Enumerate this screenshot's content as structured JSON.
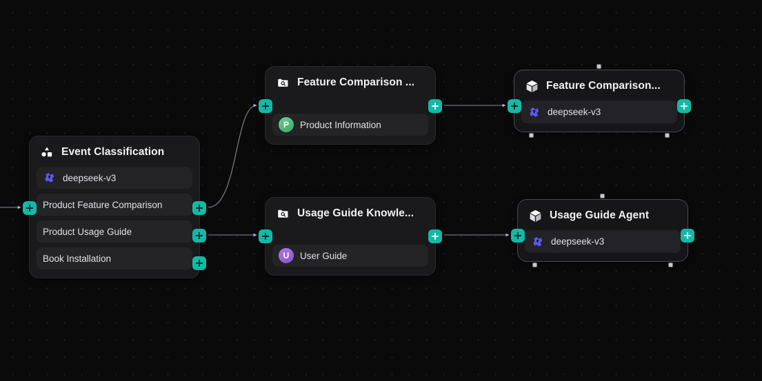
{
  "canvas": {
    "background_color": "#0a0a0a",
    "grid_dot_color": "#232323",
    "accent_color": "#13b8a6",
    "edge_color": "#8a8a96",
    "node_background": "#1a1a1c",
    "row_background": "#242427"
  },
  "nodes": {
    "event_classification": {
      "title": "Event Classification",
      "icon": "question-classifier-icon",
      "model": {
        "name": "deepseek-v3",
        "icon": "deepseek-icon"
      },
      "branches": [
        {
          "label": "Product Feature Comparison"
        },
        {
          "label": "Product Usage Guide"
        },
        {
          "label": "Book Installation"
        }
      ]
    },
    "feature_comparison_knowledge": {
      "title": "Feature Comparison ...",
      "icon": "knowledge-retrieval-icon",
      "datasets": [
        {
          "label": "Product Information",
          "badge": "P",
          "badge_color": "#63d48d"
        }
      ]
    },
    "usage_guide_knowledge": {
      "title": "Usage Guide Knowle...",
      "icon": "knowledge-retrieval-icon",
      "datasets": [
        {
          "label": "User Guide",
          "badge": "U",
          "badge_color": "#b27ae8"
        }
      ]
    },
    "feature_comparison_agent": {
      "title": "Feature Comparison...",
      "icon": "agent-cube-icon",
      "selected": true,
      "model": {
        "name": "deepseek-v3",
        "icon": "deepseek-icon"
      }
    },
    "usage_guide_agent": {
      "title": "Usage Guide Agent",
      "icon": "agent-cube-icon",
      "selected": true,
      "model": {
        "name": "deepseek-v3",
        "icon": "deepseek-icon"
      }
    }
  }
}
